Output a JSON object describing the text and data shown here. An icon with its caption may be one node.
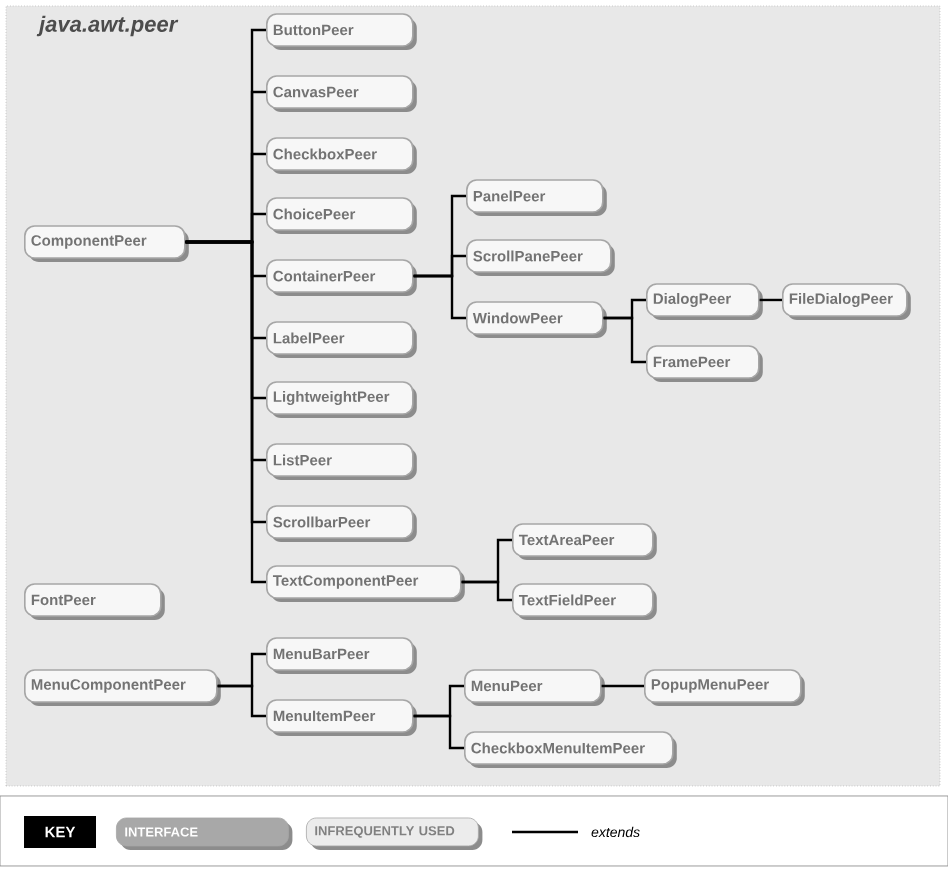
{
  "diagram": {
    "title": "java.awt.peer",
    "nodes": [
      {
        "text": [
          "ComponentPeer"
        ]
      },
      {
        "text": [
          "ButtonPeer"
        ]
      },
      {
        "text": [
          "CanvasPeer"
        ]
      },
      {
        "text": [
          "CheckboxPeer"
        ]
      },
      {
        "text": [
          "ChoicePeer"
        ]
      },
      {
        "text": [
          "ContainerPeer"
        ]
      },
      {
        "text": [
          "LabelPeer"
        ]
      },
      {
        "text": [
          "LightweightPeer"
        ]
      },
      {
        "text": [
          "ListPeer"
        ]
      },
      {
        "text": [
          "ScrollbarPeer"
        ]
      },
      {
        "text": [
          "TextComponentPeer"
        ]
      },
      {
        "text": [
          "PanelPeer"
        ]
      },
      {
        "text": [
          "ScrollPanePeer"
        ]
      },
      {
        "text": [
          "WindowPeer"
        ]
      },
      {
        "text": [
          "DialogPeer"
        ]
      },
      {
        "text": [
          "FileDialogPeer"
        ]
      },
      {
        "text": [
          "FramePeer"
        ]
      },
      {
        "text": [
          "TextAreaPeer"
        ]
      },
      {
        "text": [
          "TextFieldPeer"
        ]
      },
      {
        "text": [
          "FontPeer"
        ]
      },
      {
        "text": [
          "MenuComponentPeer"
        ]
      },
      {
        "text": [
          "MenuBarPeer"
        ]
      },
      {
        "text": [
          "MenuItemPeer"
        ]
      },
      {
        "text": [
          "MenuPeer"
        ]
      },
      {
        "text": [
          "PopupMenuPeer"
        ]
      },
      {
        "text": [
          "CheckboxMenuItemPeer"
        ]
      }
    ],
    "edges": [
      {
        "from": 0,
        "to": 1,
        "arrow": "none"
      },
      {
        "from": 0,
        "to": 2,
        "arrow": "none"
      },
      {
        "from": 0,
        "to": 3,
        "arrow": "none"
      },
      {
        "from": 0,
        "to": 4,
        "arrow": "none"
      },
      {
        "from": 0,
        "to": 5,
        "arrow": "none"
      },
      {
        "from": 0,
        "to": 6,
        "arrow": "none"
      },
      {
        "from": 0,
        "to": 7,
        "arrow": "none"
      },
      {
        "from": 0,
        "to": 8,
        "arrow": "none"
      },
      {
        "from": 0,
        "to": 9,
        "arrow": "none"
      },
      {
        "from": 0,
        "to": 10,
        "arrow": "none"
      },
      {
        "from": 5,
        "to": 11,
        "arrow": "none"
      },
      {
        "from": 5,
        "to": 12,
        "arrow": "none"
      },
      {
        "from": 5,
        "to": 13,
        "arrow": "none"
      },
      {
        "from": 13,
        "to": 14,
        "arrow": "none"
      },
      {
        "from": 13,
        "to": 16,
        "arrow": "none"
      },
      {
        "from": 14,
        "to": 15,
        "arrow": "none"
      },
      {
        "from": 10,
        "to": 17,
        "arrow": "none"
      },
      {
        "from": 10,
        "to": 18,
        "arrow": "none"
      },
      {
        "from": 20,
        "to": 21,
        "arrow": "none"
      },
      {
        "from": 20,
        "to": 22,
        "arrow": "none"
      },
      {
        "from": 22,
        "to": 23,
        "arrow": "none"
      },
      {
        "from": 22,
        "to": 25,
        "arrow": "none"
      },
      {
        "from": 23,
        "to": 24,
        "arrow": "none"
      }
    ],
    "labels": [
      "KEY"
    ],
    "legend": [
      {
        "text": "INTERFACE",
        "color": "#a8a8a8"
      },
      {
        "text": "INFREQUENTLY USED",
        "color": "#ececec"
      },
      {
        "text": "extends"
      }
    ]
  }
}
